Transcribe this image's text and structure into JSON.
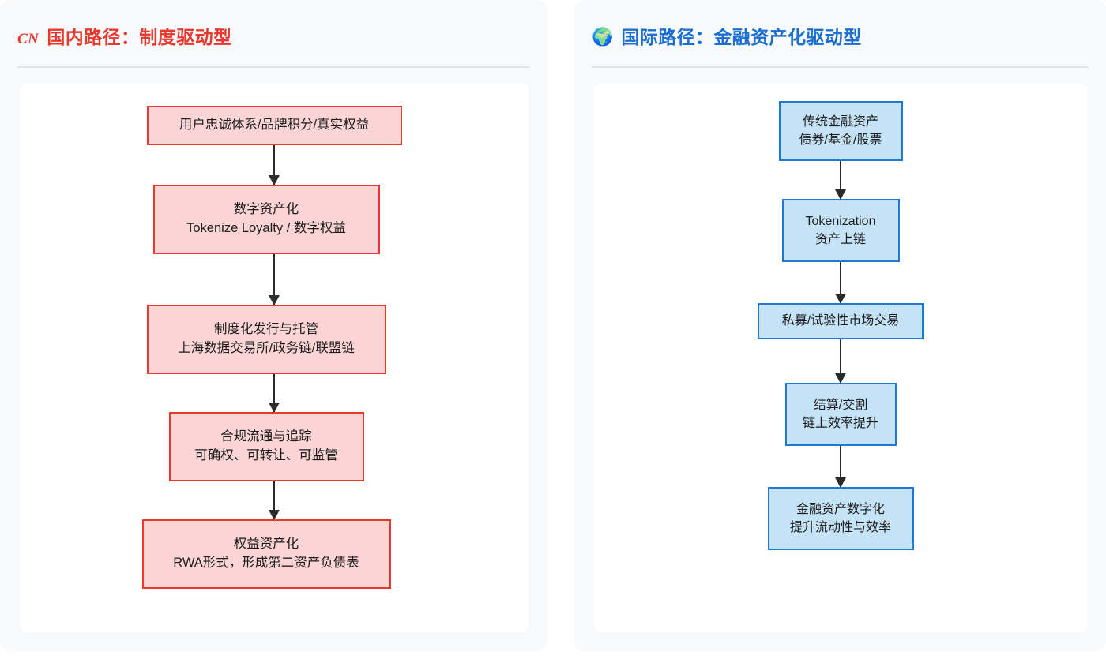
{
  "colors": {
    "page_bg": "#ffffff",
    "card_bg": "#f7f9fb",
    "panel_bg": "#ffffff",
    "divider": "#dde5ed",
    "cn_accent": "#e8392e",
    "cn_node_fill": "#fbd5d5",
    "intl_accent": "#1f78d1",
    "intl_title": "#1a6fd0",
    "intl_node_fill": "#c5e3f7",
    "arrow": "#2a2a2a",
    "node_text": "#1c1c1c"
  },
  "panels": [
    {
      "id": "domestic",
      "badge": "CN",
      "badge_icon": "cn-flag-badge",
      "title": "国内路径：制度驱动型",
      "nodes": [
        {
          "lines": [
            "用户忠诚体系/品牌积分/真实权益"
          ]
        },
        {
          "lines": [
            "数字资产化",
            "Tokenize Loyalty / 数字权益"
          ]
        },
        {
          "lines": [
            "制度化发行与托管",
            "上海数据交易所/政务链/联盟链"
          ]
        },
        {
          "lines": [
            "合规流通与追踪",
            "可确权、可转让、可监管"
          ]
        },
        {
          "lines": [
            "权益资产化",
            "RWA形式，形成第二资产负债表"
          ]
        }
      ]
    },
    {
      "id": "international",
      "badge": "🌍",
      "badge_icon": "globe-icon",
      "title": "国际路径：金融资产化驱动型",
      "nodes": [
        {
          "lines": [
            "传统金融资产",
            "债券/基金/股票"
          ]
        },
        {
          "lines": [
            "Tokenization",
            "资产上链"
          ]
        },
        {
          "lines": [
            "私募/试验性市场交易"
          ]
        },
        {
          "lines": [
            "结算/交割",
            "链上效率提升"
          ]
        },
        {
          "lines": [
            "金融资产数字化",
            "提升流动性与效率"
          ]
        }
      ]
    }
  ]
}
